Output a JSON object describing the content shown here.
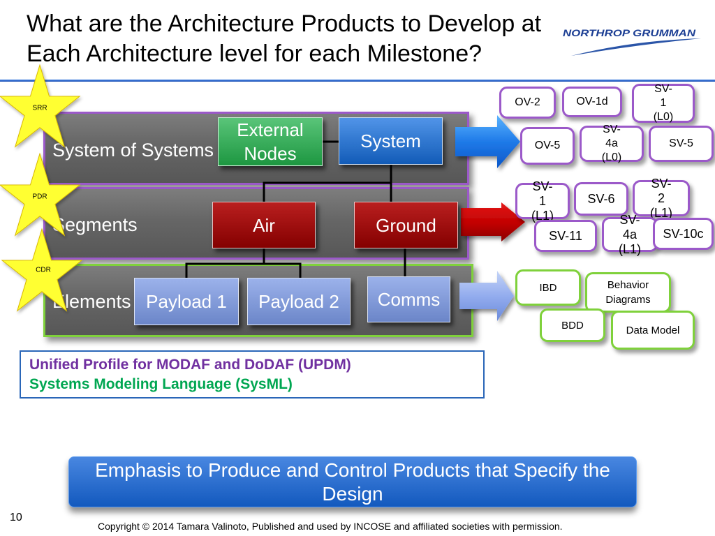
{
  "slide": {
    "title_line1": "What are the Architecture Products to Develop at",
    "title_line2": "Each Architecture level for each Milestone?",
    "logo_text": "NORTHROP GRUMMAN",
    "page_number": "10",
    "copyright": "Copyright © 2014 Tamara Valinoto, Published and used by INCOSE and affiliated societies with permission."
  },
  "milestones": [
    "SRR",
    "PDR",
    "CDR"
  ],
  "levels": {
    "system_of_systems": "System of Systems",
    "segments": "Segments",
    "elements": "Elements"
  },
  "nodes": {
    "external_nodes": "External Nodes",
    "system": "System",
    "air": "Air",
    "ground": "Ground",
    "payload_1": "Payload 1",
    "payload_2": "Payload 2",
    "comms": "Comms"
  },
  "products": {
    "system_of_systems": [
      "OV-2",
      "OV-1d",
      "SV-1 (L0)",
      "OV-5",
      "SV-4a (L0)",
      "SV-5"
    ],
    "segments": [
      "SV-1 (L1)",
      "SV-6",
      "SV-2 (L1)",
      "SV-11",
      "SV-4a (L1)",
      "SV-10c"
    ],
    "elements": [
      "IBD",
      "Behavior Diagrams",
      "BDD",
      "Data Model"
    ]
  },
  "languages": {
    "updm": "Unified Profile for MODAF and DoDAF (UPDM)",
    "sysml": "Systems Modeling Language (SysML)"
  },
  "banner": "Emphasis to Produce and Control Products that Specify the Design",
  "colors": {
    "milestone_star": "#ffff33",
    "sos_segments_border": "#9b59c9",
    "elements_border": "#7fd13b",
    "external_nodes": "#22b14c",
    "system": "#1670e0",
    "segment_nodes": "#b00000",
    "element_nodes": "#7a98e4",
    "updm_text": "#7030a0",
    "sysml_text": "#00a651",
    "banner": "#1565d8"
  }
}
